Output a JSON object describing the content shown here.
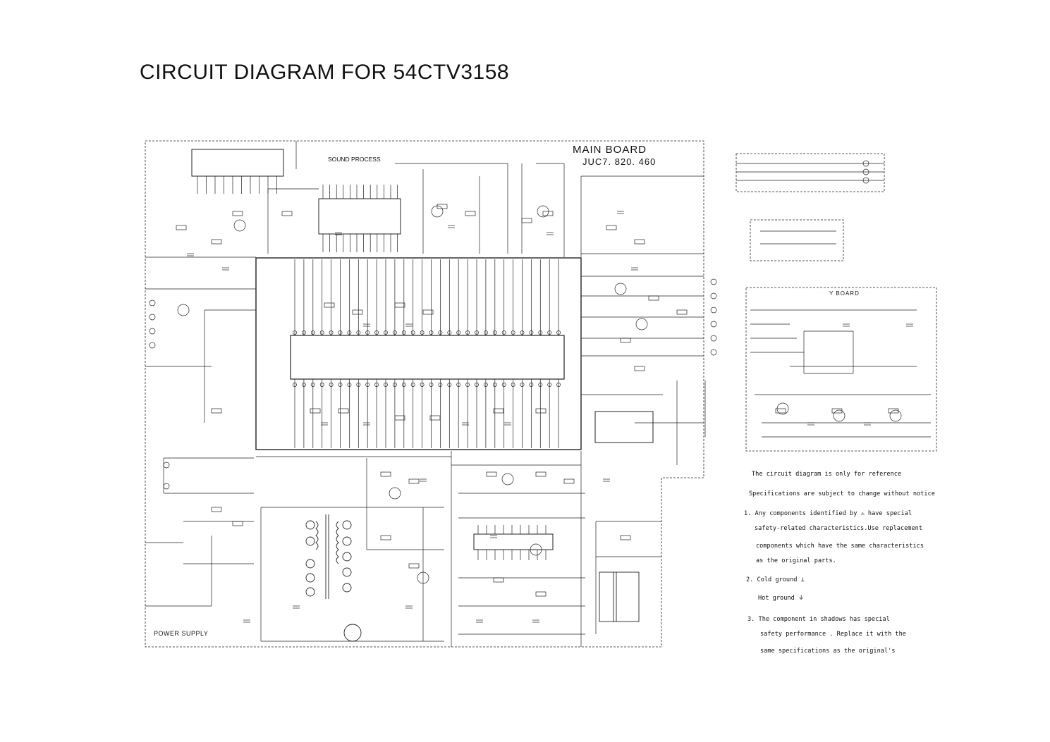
{
  "title": "CIRCUIT DIAGRAM FOR 54CTV3158",
  "main_board": {
    "label": "MAIN   BOARD",
    "part": "JUC7. 820. 460"
  },
  "sections": {
    "sound_process": "SOUND PROCESS",
    "power_supply": "POWER SUPPLY"
  },
  "y_board": {
    "label": "Y  BOARD"
  },
  "notes": {
    "reference": "The circuit diagram is only for reference",
    "specs": "Specifications are subject to change without notice",
    "item1_line1": "1.  Any components identified by   ⚠   have special",
    "item1_line2": "safety-related characteristics.Use replacement",
    "item1_line3": "components which have the same characteristics",
    "item1_line4": "as the original parts.",
    "item2_line1": "2.  Cold ground   ⊥",
    "item2_line2": "Hot ground    ⏚",
    "item3_line1": "3.  The component in shadows has special",
    "item3_line2": "safety performance . Replace it with the",
    "item3_line3": "same specifications as the original's"
  },
  "colors": {
    "ink": "#111111",
    "background": "#ffffff"
  }
}
